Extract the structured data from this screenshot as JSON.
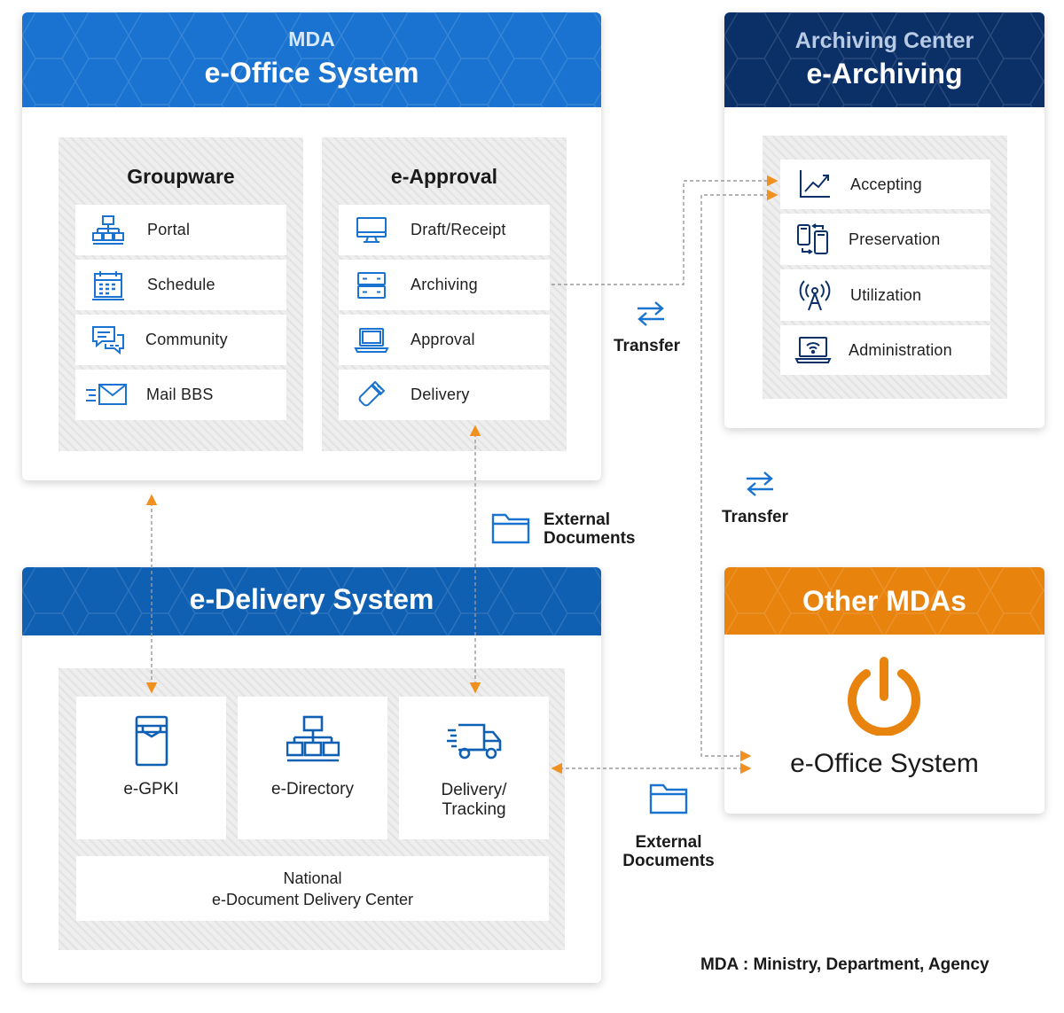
{
  "mda_panel": {
    "subtitle": "MDA",
    "title": "e-Office System",
    "header_color": "#1a73d0",
    "groupware": {
      "title": "Groupware",
      "items": [
        {
          "label": "Portal",
          "icon": "sitemap-icon"
        },
        {
          "label": "Schedule",
          "icon": "calendar-icon"
        },
        {
          "label": "Community",
          "icon": "chat-icon"
        },
        {
          "label": "Mail BBS",
          "icon": "mail-icon"
        }
      ]
    },
    "e_approval": {
      "title": "e-Approval",
      "items": [
        {
          "label": "Draft/Receipt",
          "icon": "monitor-icon"
        },
        {
          "label": "Archiving",
          "icon": "server-icon"
        },
        {
          "label": "Approval",
          "icon": "laptop-icon"
        },
        {
          "label": "Delivery",
          "icon": "usb-drive-icon"
        }
      ]
    }
  },
  "archiving_panel": {
    "subtitle": "Archiving Center",
    "title": "e-Archiving",
    "header_color": "#0b3068",
    "items": [
      {
        "label": "Accepting",
        "icon": "line-chart-icon"
      },
      {
        "label": "Preservation",
        "icon": "sync-devices-icon"
      },
      {
        "label": "Utilization",
        "icon": "antenna-icon"
      },
      {
        "label": "Administration",
        "icon": "wifi-laptop-icon"
      }
    ]
  },
  "delivery_panel": {
    "title": "e-Delivery System",
    "header_color": "#0f5fb3",
    "tiles": [
      {
        "label": "e-GPKI",
        "icon": "server-tower-icon"
      },
      {
        "label": "e-Directory",
        "icon": "directory-tree-icon"
      },
      {
        "label_line1": "Delivery/",
        "label_line2": "Tracking",
        "icon": "delivery-truck-icon"
      }
    ],
    "center": {
      "line1": "National",
      "line2": "e-Document Delivery Center"
    }
  },
  "other_panel": {
    "title": "Other MDAs",
    "header_color": "#e8830e",
    "system_label": "e-Office System",
    "icon": "power-icon"
  },
  "connectors": {
    "transfer_top": "Transfer",
    "transfer_mid": "Transfer",
    "external_mid_line1": "External",
    "external_mid_line2": "Documents",
    "external_bottom_line1": "External",
    "external_bottom_line2": "Documents",
    "arrow_color": "#f0901e",
    "line_color": "#9a9a9a",
    "icon_color": "#1a73d0"
  },
  "footnote": "MDA : Ministry, Department, Agency"
}
